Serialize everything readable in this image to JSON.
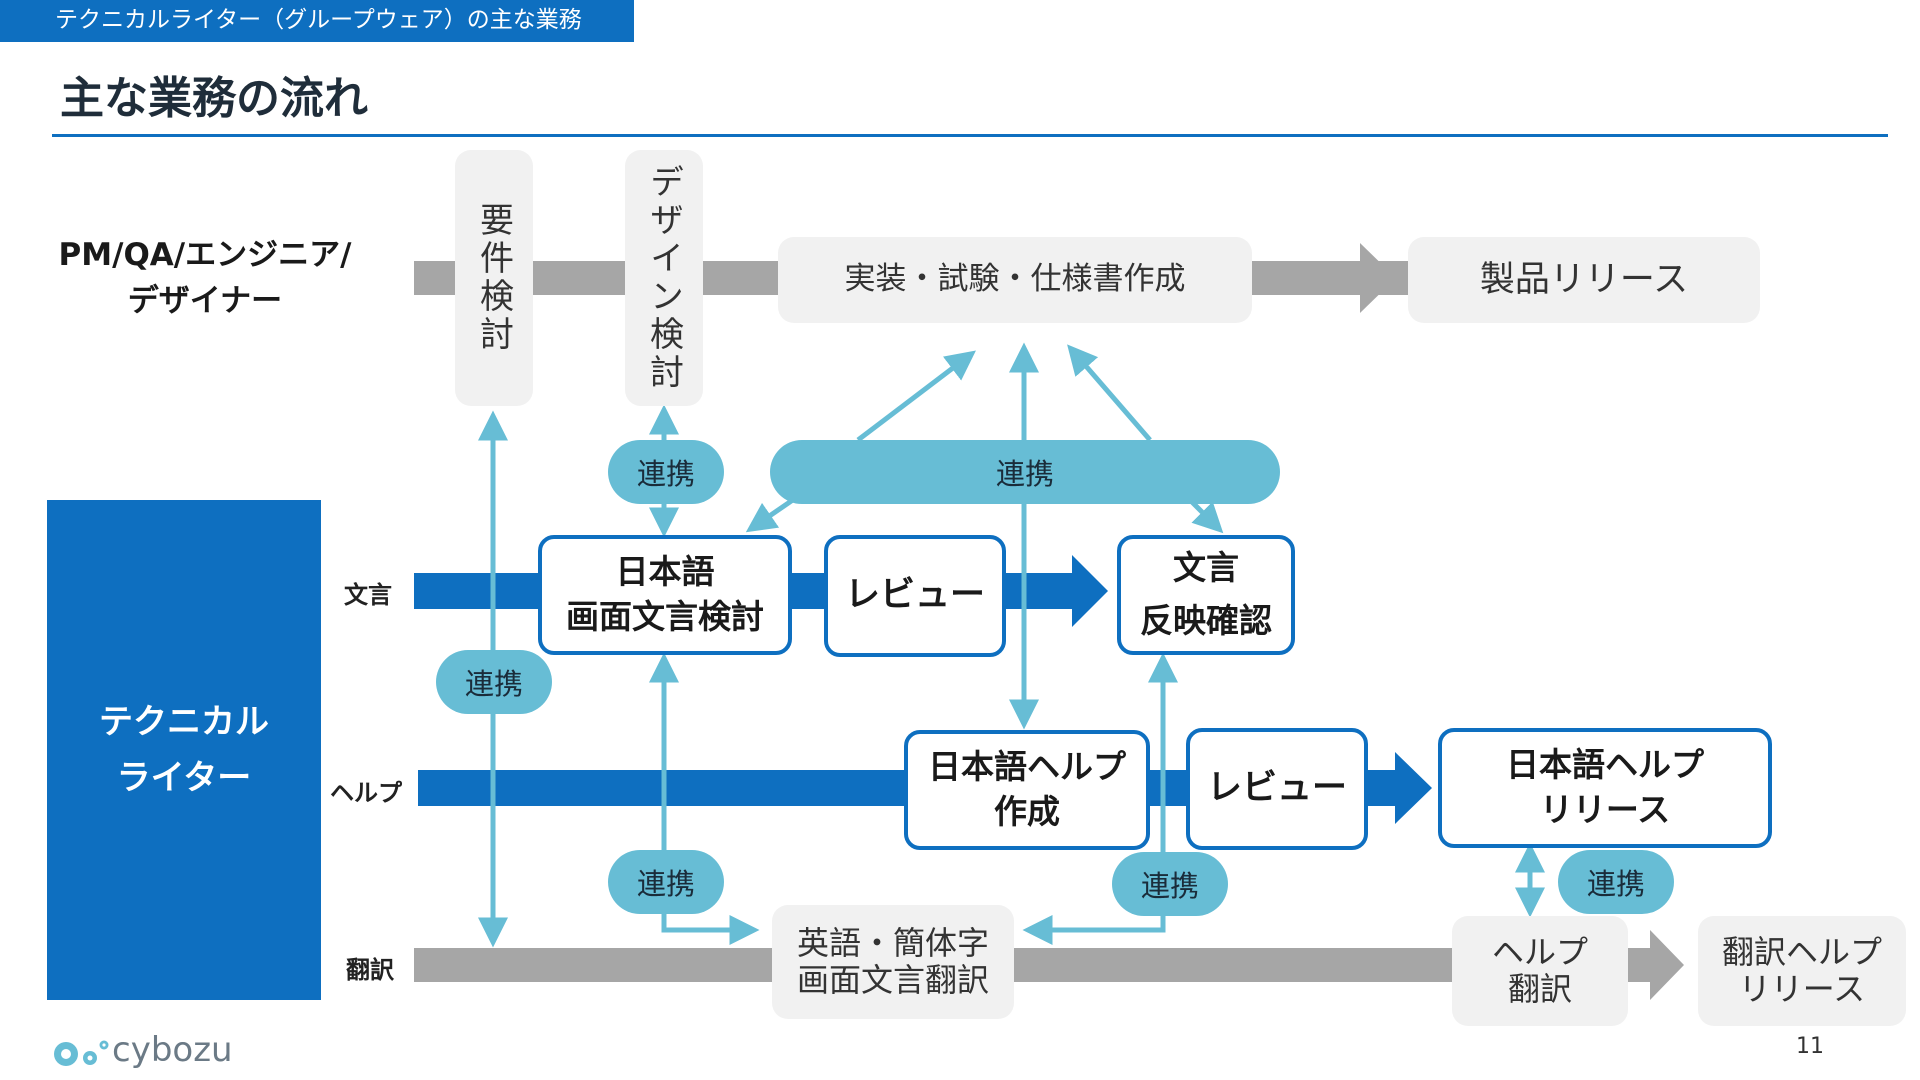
{
  "header": {
    "section_label": "テクニカルライター（グループウェア）の主な業務",
    "title": "主な業務の流れ"
  },
  "colors": {
    "accent_blue": "#0e6fc0",
    "light_blue": "#67bdd5",
    "gray_flow": "#a6a6a6",
    "box_gray": "#f1f1f1"
  },
  "roles": {
    "top": "PM/QA/エンジニア/\nデザイナー",
    "left": "テクニカル\nライター"
  },
  "lanes": {
    "mongon": "文言",
    "help": "ヘルプ",
    "translation": "翻訳"
  },
  "top_flow": {
    "requirements": "要件検討",
    "design": "デザイン検討",
    "implementation": "実装・試験・仕様書作成",
    "release": "製品リリース"
  },
  "mongon_flow": {
    "review_ja": "日本語\n画面文言検討",
    "review": "レビュー",
    "confirm": "文言\n反映確認"
  },
  "help_flow": {
    "create": "日本語ヘルプ\n作成",
    "review": "レビュー",
    "release": "日本語ヘルプ\nリリース"
  },
  "translation_flow": {
    "ui_translation": "英語・簡体字\n画面文言翻訳",
    "help_translation": "ヘルプ\n翻訳",
    "help_release": "翻訳ヘルプ\nリリース"
  },
  "collab_label": "連携",
  "footer": {
    "logo_text": "cybozu",
    "page_number": "11"
  }
}
